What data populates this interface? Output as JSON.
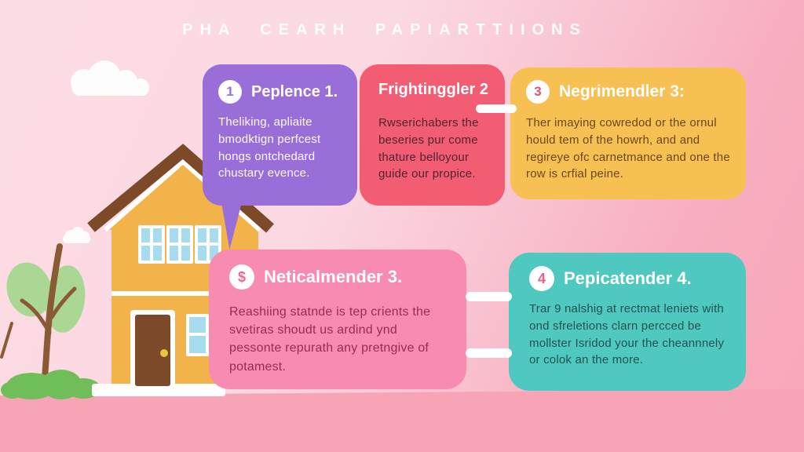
{
  "title": "PHA CEARH PAPIARTTIIONS",
  "cards": [
    {
      "badge": "1",
      "heading": "Peplence 1.",
      "body": "Theliking, apliaite bmodktign perfcest hongs ontchedard chustary evence.",
      "color": "#9a6ed8"
    },
    {
      "heading": "Frightinggler 2",
      "body": "Rwserichabers the beseries pur come thature belloyour guide our propice.",
      "color": "#f25d73"
    },
    {
      "badge": "3",
      "heading": "Negrimendler 3:",
      "body": "Ther imaying cowredod or the ornul hould tem of the howrh, and and regireye ofc carnetmance and one the row is crfial peine.",
      "color": "#f7c052"
    },
    {
      "badge": "$",
      "heading": "Neticalmender 3.",
      "body": "Reashiing statnde is tep crients the svetiras shoudt us ardind ynd pessonte repurath any pretngive of potamest.",
      "color": "#f78bb1"
    },
    {
      "badge": "4",
      "heading": "Pepicatender 4.",
      "body": "Trar 9 nalshig at rectmat leniets with ond sfreletions clarn percced be mollster Isridod your the cheannnely or colok an the more.",
      "color": "#4fc8c0"
    }
  ],
  "icons": {
    "dollar": "$",
    "step_numbers": [
      "1",
      "3",
      "4"
    ]
  },
  "colors": {
    "background_top_left": "#fcdce4",
    "background_bottom_right": "#f9a7ba",
    "ground": "#f8a4b7",
    "title_text": "#ffffff",
    "house_wall": "#f2b44a",
    "roof": "#7c4a28",
    "door": "#7c4a28",
    "window": "#a7dbee",
    "tree_leaf": "#abd795",
    "tree_trunk": "#8a5a35",
    "bush": "#6fbe59",
    "connector": "#ffffff"
  }
}
